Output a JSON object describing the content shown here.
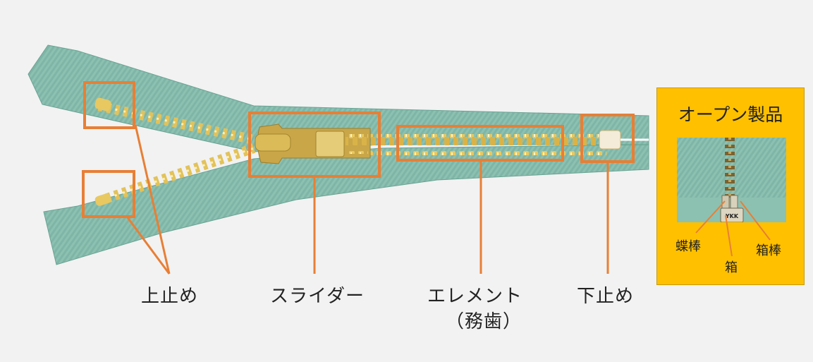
{
  "diagram": {
    "subject": "Open-end metal zipper",
    "colors": {
      "background": "#f2f2f2",
      "tape": "#7fb5a6",
      "tape_dark": "#5f9a8a",
      "teeth": "#e2c25a",
      "callout": "#e87f35",
      "inset_bg": "#ffc000"
    },
    "callouts": [
      {
        "id": "top-stop",
        "label": "上止め"
      },
      {
        "id": "slider",
        "label": "スライダー"
      },
      {
        "id": "element",
        "label": "エレメント",
        "sublabel": "（務歯）"
      },
      {
        "id": "bottom-stop",
        "label": "下止め"
      }
    ],
    "inset": {
      "title": "オープン製品",
      "brand_mark": "YKK",
      "labels": [
        {
          "id": "butterfly-rod",
          "label": "蝶棒"
        },
        {
          "id": "box",
          "label": "箱"
        },
        {
          "id": "box-rod",
          "label": "箱棒"
        }
      ]
    }
  }
}
